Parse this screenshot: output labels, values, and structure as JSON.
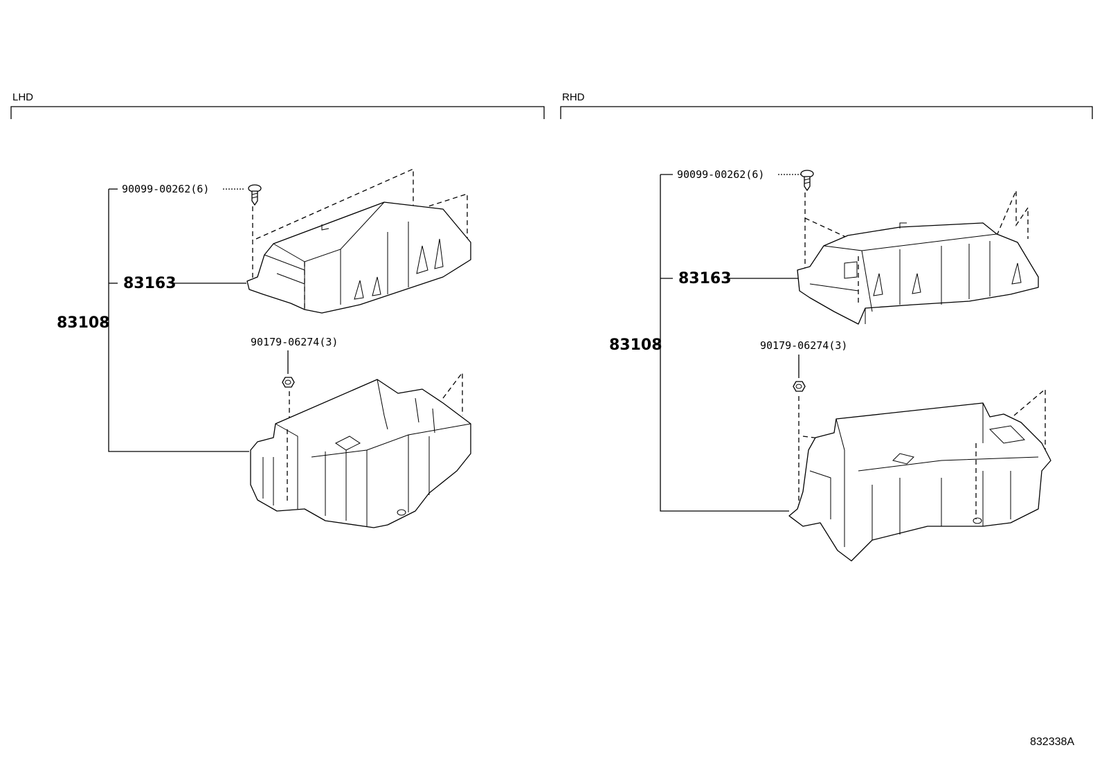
{
  "figure_id": "832338A",
  "sections": [
    {
      "label": "LHD",
      "assembly": "83108",
      "cover": "83163",
      "cover_screw": "90099-00262(6)",
      "nut": "90179-06274(3)"
    },
    {
      "label": "RHD",
      "assembly": "83108",
      "cover": "83163",
      "cover_screw": "90099-00262(6)",
      "nut": "90179-06274(3)"
    }
  ]
}
